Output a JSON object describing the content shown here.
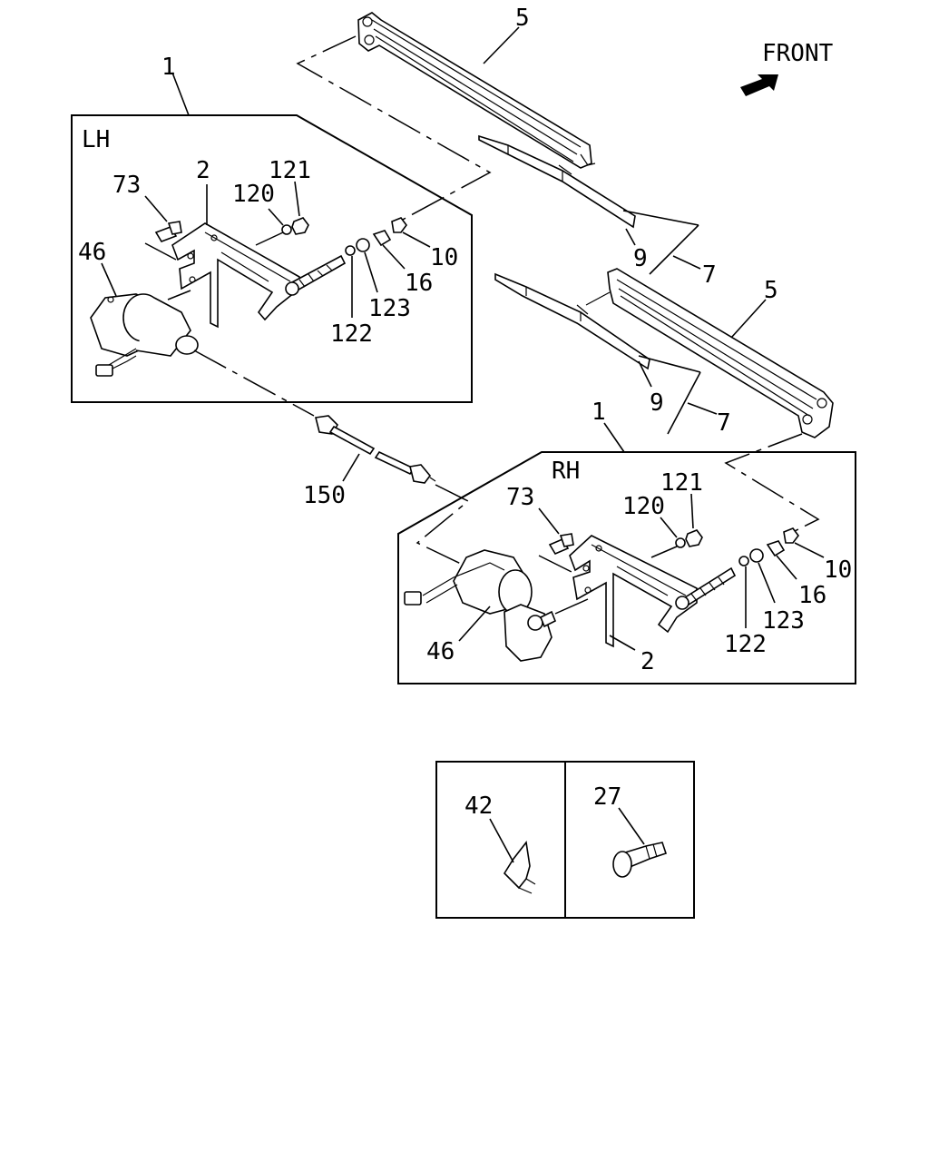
{
  "front_indicator": {
    "label": "FRONT"
  },
  "panels": {
    "lh": {
      "tag": "LH"
    },
    "rh": {
      "tag": "RH"
    }
  },
  "callouts": {
    "lh_assembly": "1",
    "rh_assembly": "1",
    "lh_arm": "5",
    "rh_arm": "5",
    "lh_blade": "9",
    "rh_blade": "9",
    "lh_blade_set": "7",
    "rh_blade_set": "7",
    "lh_bracket": "2",
    "rh_bracket": "2",
    "lh_bolt": "73",
    "rh_bolt": "73",
    "lh_washer_120": "120",
    "rh_washer_120": "120",
    "lh_nut_121": "121",
    "rh_nut_121": "121",
    "lh_motor": "46",
    "rh_motor": "46",
    "lh_washer_122": "122",
    "rh_washer_122": "122",
    "lh_washer_123": "123",
    "rh_washer_123": "123",
    "lh_cap_16": "16",
    "rh_cap_16": "16",
    "lh_nut_10": "10",
    "rh_nut_10": "10",
    "link_rod": "150",
    "clip": "42",
    "bolt_27": "27"
  }
}
